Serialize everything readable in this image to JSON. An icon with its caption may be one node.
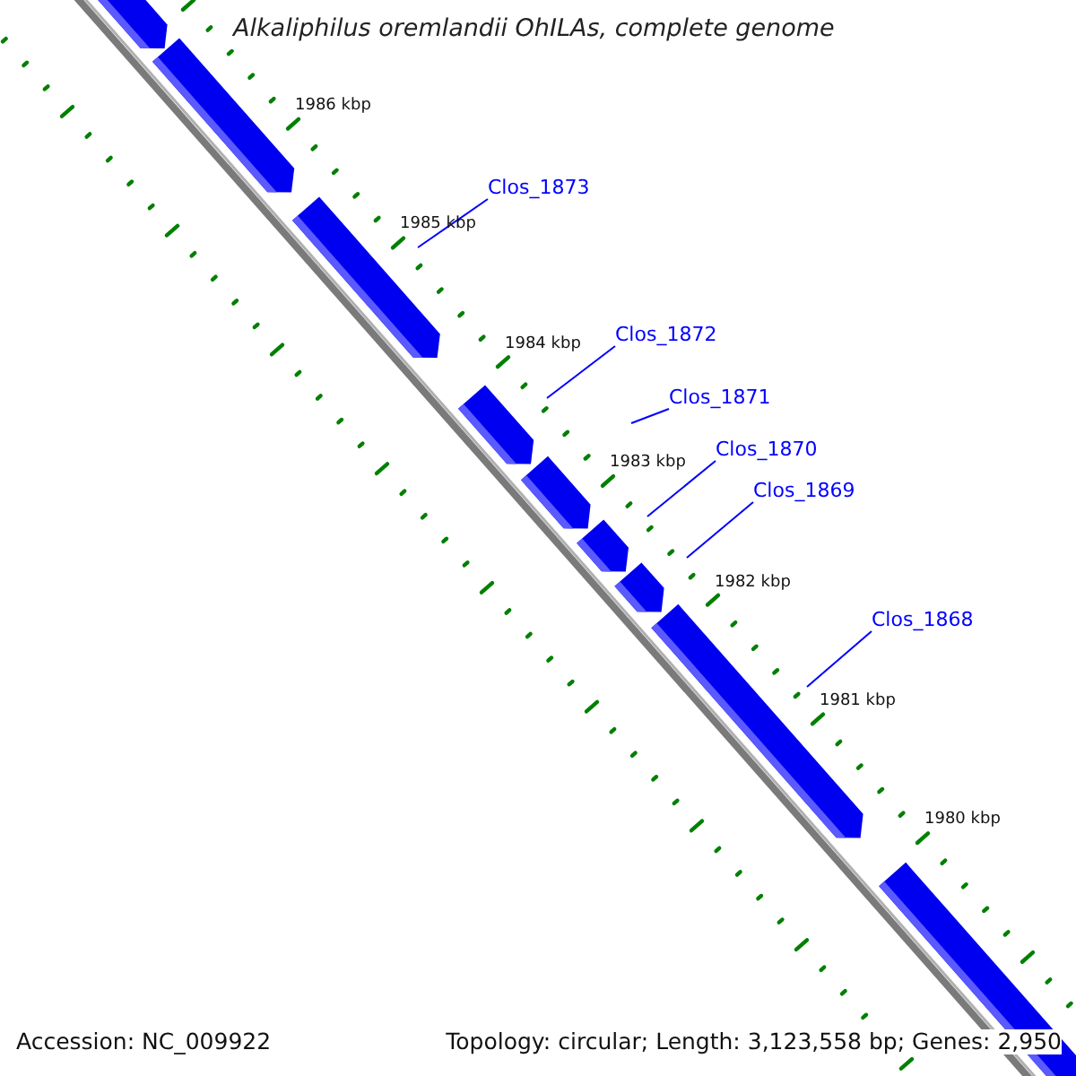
{
  "diagram": {
    "title": "Alkaliphilus oremlandii OhILAs, complete genome",
    "nodes": [
      {
        "text": [
          "Clos_1873"
        ]
      },
      {
        "text": [
          "Clos_1872"
        ]
      },
      {
        "text": [
          "Clos_1871"
        ]
      },
      {
        "text": [
          "Clos_1870"
        ]
      },
      {
        "text": [
          "Clos_1869"
        ]
      },
      {
        "text": [
          "Clos_1868"
        ]
      }
    ],
    "edges": [
      {
        "from": 0,
        "to": null,
        "arrow": "none"
      },
      {
        "from": 1,
        "to": null,
        "arrow": "none"
      },
      {
        "from": 2,
        "to": null,
        "arrow": "none"
      },
      {
        "from": 3,
        "to": null,
        "arrow": "none"
      },
      {
        "from": 4,
        "to": null,
        "arrow": "none"
      },
      {
        "from": 5,
        "to": null,
        "arrow": "none"
      }
    ],
    "labels": [
      "1986 kbp",
      "1985 kbp",
      "1984 kbp",
      "1983 kbp",
      "1982 kbp",
      "1981 kbp",
      "1980 kbp",
      "Accession: NC_009922",
      "Topology: circular; Length: 3,123,558 bp; Genes: 2,950"
    ]
  }
}
